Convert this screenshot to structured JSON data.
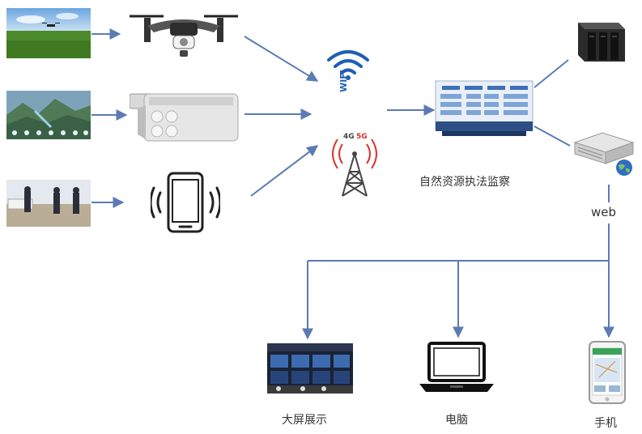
{
  "labels": {
    "wifi": "WIFI",
    "network_4g": "4G",
    "network_5g": "5G",
    "platform": "自然资源执法监察",
    "web": "web",
    "big_screen": "大屏展示",
    "computer": "电脑",
    "phone": "手机"
  },
  "icons": {
    "drone": "drone-icon",
    "camera": "surveillance-camera-icon",
    "smartphone": "smartphone-icon",
    "wifi": "wifi-icon",
    "tower": "cell-tower-icon",
    "server_rack": "server-rack-icon",
    "server": "server-icon",
    "globe": "globe-icon",
    "laptop": "laptop-icon"
  },
  "colors": {
    "arrow": "#5b7bb3",
    "wifi_blue": "#1f5fb5",
    "signal_red": "#d9302b",
    "text": "#333333"
  }
}
